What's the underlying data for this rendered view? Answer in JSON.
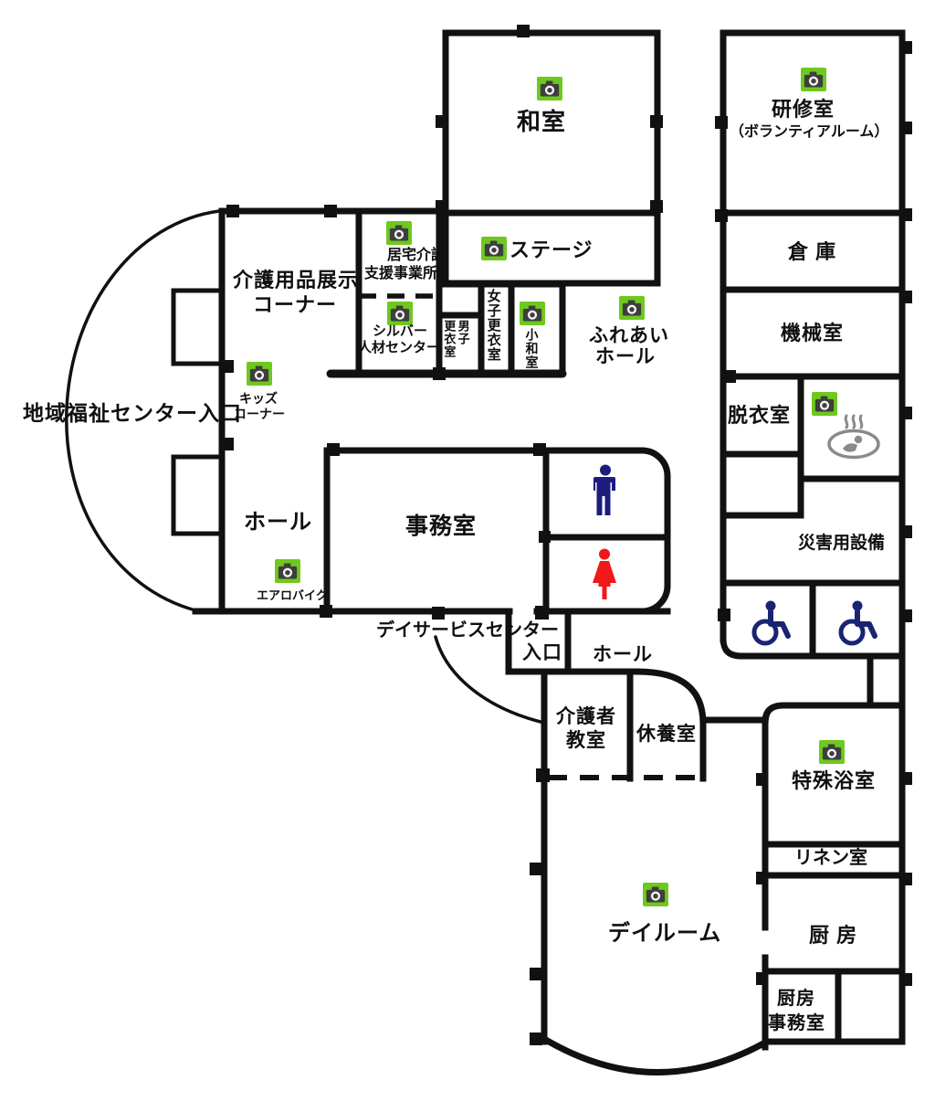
{
  "map_type": "facility-floor-plan",
  "labels": {
    "washitsu": "和室",
    "stage": "ステージ",
    "kenshushitsu": "研修室",
    "volunteer_room": "（ボランティアルーム）",
    "souko": "倉 庫",
    "kikaishitsu": "機械室",
    "datsuishitsu": "脱衣室",
    "saigai": "災害用設備",
    "tenji_line1": "介護用品展示",
    "tenji_line2": "コーナー",
    "kyotaku_line1": "居宅介護",
    "kyotaku_line2": "支援事業所",
    "silver_line1": "シルバー",
    "silver_line2": "人材センター",
    "danshi_col1": "男子",
    "danshi_col2": "更衣室",
    "joshi": "女子更衣室",
    "kowashitsu": "小和室",
    "fureai_line1": "ふれあい",
    "fureai_line2": "ホール",
    "entrance_main": "地域福祉センター入口",
    "kids_line1": "キッズ",
    "kids_line2": "コーナー",
    "hall1": "ホール",
    "aerobike": "エアロバイク",
    "jimushitsu": "事務室",
    "dayservice_line1": "デイサービスセンター",
    "dayservice_line2": "入口",
    "hall2": "ホール",
    "kaigosha_line1": "介護者",
    "kaigosha_line2": "教室",
    "kyuyoshitsu": "休養室",
    "tokushu_yokushitsu": "特殊浴室",
    "linen": "リネン室",
    "chubo": "厨 房",
    "chubo_jimu_line1": "厨房",
    "chubo_jimu_line2": "事務室",
    "dayroom": "デイルーム"
  },
  "icons": {
    "camera": "photo-spot camera marker on green square",
    "hot_spring": "bath / hot-spring symbol",
    "male": "men's toilet pictogram",
    "female": "women's toilet pictogram",
    "wheelchair": "wheelchair-accessible toilet pictogram"
  },
  "colors": {
    "wall": "#111111",
    "camera_green": "#6fc81e",
    "camera_body": "#3e3e3e",
    "male_blue": "#1b1c7e",
    "female_red": "#f01818",
    "wheelchair_blue": "#1a2472",
    "hot_spring_gray": "#8a8a8a"
  }
}
